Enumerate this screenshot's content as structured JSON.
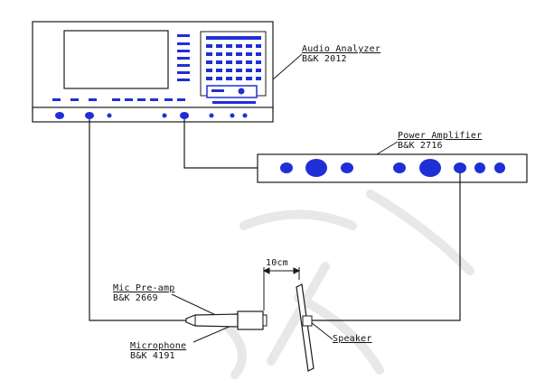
{
  "labels": {
    "audio_analyzer": {
      "name": "Audio Analyzer",
      "model": "B&K 2012"
    },
    "power_amplifier": {
      "name": "Power Amplifier",
      "model": "B&K 2716"
    },
    "mic_preamp": {
      "name": "Mic Pre-amp",
      "model": "B&K 2669"
    },
    "microphone": {
      "name": "Microphone",
      "model": "B&K 4191"
    },
    "speaker": {
      "name": "Speaker"
    },
    "distance": "10cm"
  },
  "colors": {
    "outline": "#1a1a1a",
    "device_blue": "#1f2fd6",
    "watermark": "#e6e6e6"
  }
}
